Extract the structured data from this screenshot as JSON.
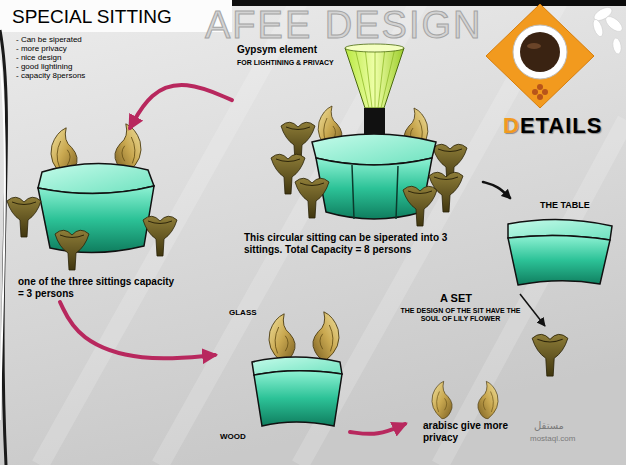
{
  "diagram": {
    "title": "SPECIAL SITTING",
    "nodes": [
      {
        "text": [
          "Gypsym element",
          "FOR LIGHTINING & PRIVACY",
          "This circular sitting can be siperated into 3 sittings. Total Capacity = 8 persons"
        ]
      },
      {
        "text": [
          "one of the three sittings capacity = 3 persons"
        ]
      },
      {
        "text": [
          "THE TABLE"
        ]
      },
      {
        "text": [
          "GLASS",
          "WOOD"
        ]
      },
      {
        "text": [
          "A SET",
          "THE DESIGN OF THE SIT HAVE THE SOUL OF LILY FLOWER"
        ]
      },
      {
        "text": [
          "arabisc give more privacy"
        ]
      }
    ],
    "edges": [
      {
        "from": 0,
        "to": 1,
        "arrow": "to"
      },
      {
        "from": 0,
        "to": 2,
        "arrow": "to"
      },
      {
        "from": 1,
        "to": 3,
        "arrow": "to"
      },
      {
        "from": 3,
        "to": 5,
        "arrow": "to"
      }
    ],
    "labels": [
      "- Can be siperated",
      "- more privacy",
      "- nice design",
      "- good lightining",
      "- capacity 8persons",
      "AFEE DESIGN",
      "DETAILS",
      "مستقل",
      "mostaql.com"
    ]
  }
}
